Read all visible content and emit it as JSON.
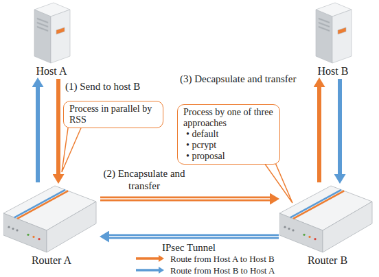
{
  "diagram": {
    "nodes": [
      {
        "text": [
          "Host A"
        ]
      },
      {
        "text": [
          "Host B"
        ]
      },
      {
        "text": [
          "Process in parallel by RSS"
        ]
      },
      {
        "text": [
          "Process by one of three approaches",
          "• default",
          "• pcrypt",
          "• proposal"
        ]
      },
      {
        "text": [
          "Router A"
        ]
      },
      {
        "text": [
          "Router B"
        ]
      }
    ],
    "edges": [
      {
        "from": 0,
        "to": 4,
        "label": "(1) Send to host B",
        "arrow": "to"
      },
      {
        "from": 4,
        "to": 0,
        "arrow": "to"
      },
      {
        "from": 4,
        "to": 5,
        "label": "(2) Encapsulate and transfer",
        "arrow": "to"
      },
      {
        "from": 5,
        "to": 4,
        "label": "IPsec Tunnel",
        "arrow": "to"
      },
      {
        "from": 5,
        "to": 1,
        "label": "(3) Decapsulate and transfer",
        "arrow": "to"
      },
      {
        "from": 1,
        "to": 5,
        "arrow": "to"
      }
    ],
    "legend": [
      {
        "text": "Route from Host A to Host B"
      },
      {
        "text": "Route from Host B to Host A"
      }
    ]
  }
}
